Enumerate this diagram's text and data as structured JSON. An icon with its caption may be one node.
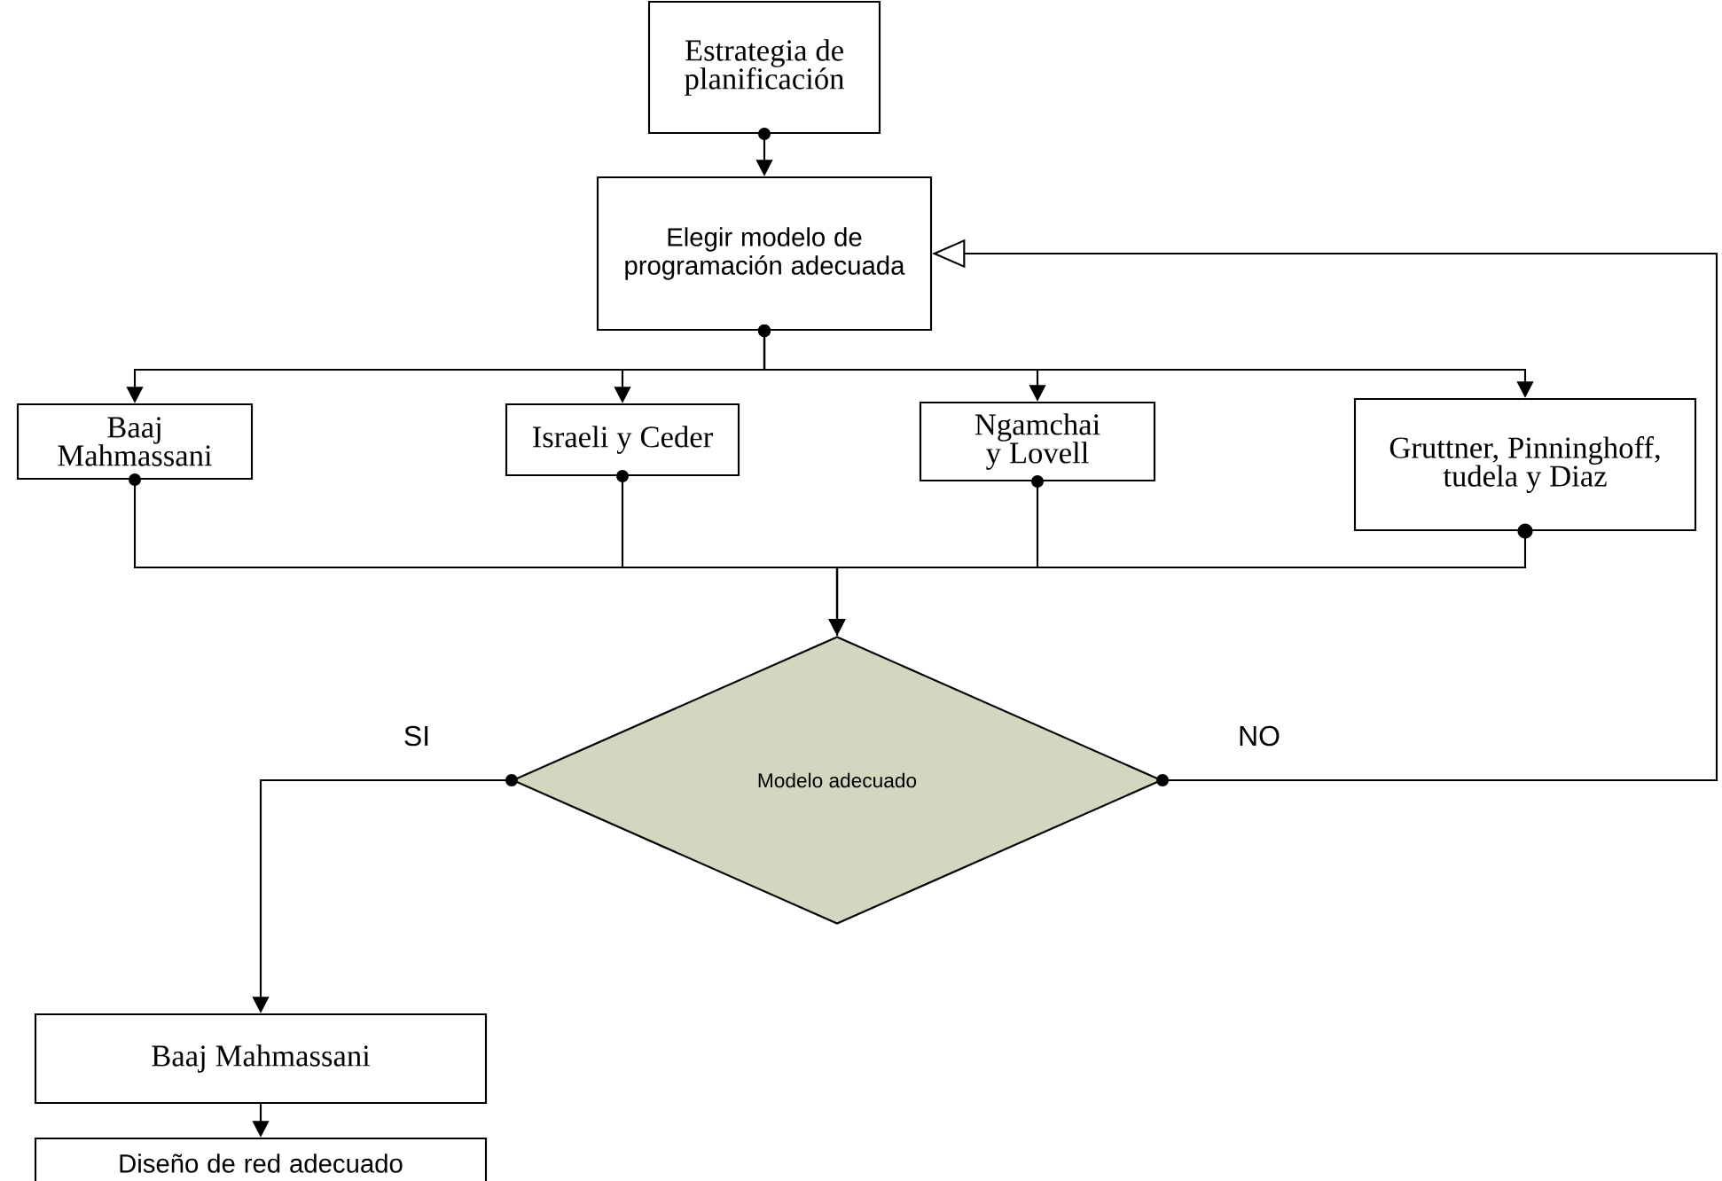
{
  "diagram": {
    "nodes": [
      {
        "text": [
          "Estrategia de planificación"
        ]
      },
      {
        "text": [
          "Elegir modelo de programación adecuada"
        ]
      },
      {
        "text": [
          "Baaj Mahmassani"
        ]
      },
      {
        "text": [
          "Israeli y Ceder"
        ]
      },
      {
        "text": [
          "Ngamchai y Lovell"
        ]
      },
      {
        "text": [
          "Gruttner, Pinninghoff, tudela y Diaz"
        ]
      },
      {
        "text": [
          "Modelo adecuado"
        ]
      },
      {
        "text": [
          "Baaj Mahmassani"
        ]
      },
      {
        "text": [
          "Diseño de red adecuado"
        ]
      }
    ],
    "edges": [
      {
        "from": 0,
        "to": 1,
        "arrow": "to"
      },
      {
        "from": 1,
        "to": 2,
        "arrow": "to"
      },
      {
        "from": 1,
        "to": 3,
        "arrow": "to"
      },
      {
        "from": 1,
        "to": 4,
        "arrow": "to"
      },
      {
        "from": 1,
        "to": 5,
        "arrow": "to"
      },
      {
        "from": 2,
        "to": 6,
        "arrow": "to"
      },
      {
        "from": 3,
        "to": 6,
        "arrow": "to"
      },
      {
        "from": 4,
        "to": 6,
        "arrow": "to"
      },
      {
        "from": 5,
        "to": 6,
        "arrow": "other"
      },
      {
        "from": 6,
        "to": 7,
        "label": "SI",
        "arrow": "to"
      },
      {
        "from": 6,
        "to": 1,
        "label": "NO",
        "arrow": "to"
      },
      {
        "from": 7,
        "to": 8,
        "arrow": "to"
      }
    ]
  }
}
